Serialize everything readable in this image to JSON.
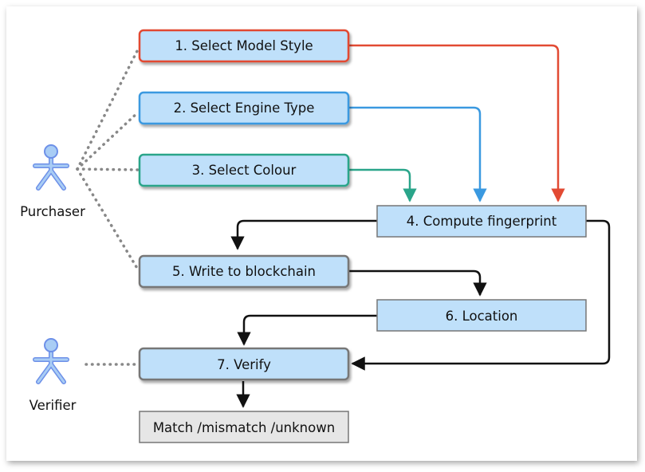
{
  "actors": {
    "purchaser": "Purchaser",
    "verifier": "Verifier"
  },
  "steps": {
    "select_model": "1. Select Model Style",
    "select_engine": "2. Select Engine Type",
    "select_colour": "3. Select Colour",
    "compute_fingerprint": "4. Compute fingerprint",
    "write_blockchain": "5. Write to blockchain",
    "location": "6. Location",
    "verify": "7. Verify",
    "result": "Match /mismatch /unknown"
  },
  "colors": {
    "node_fill": "#bfe0fa",
    "node_border": "#777777",
    "result_fill": "#e6e6e6",
    "model_accent": "#e24a33",
    "engine_accent": "#3a99e0",
    "colour_accent": "#2aa58a",
    "actor_fill": "#a9cdf5",
    "actor_stroke": "#6d90e8",
    "arrow": "#111111",
    "dotted": "#888888"
  }
}
